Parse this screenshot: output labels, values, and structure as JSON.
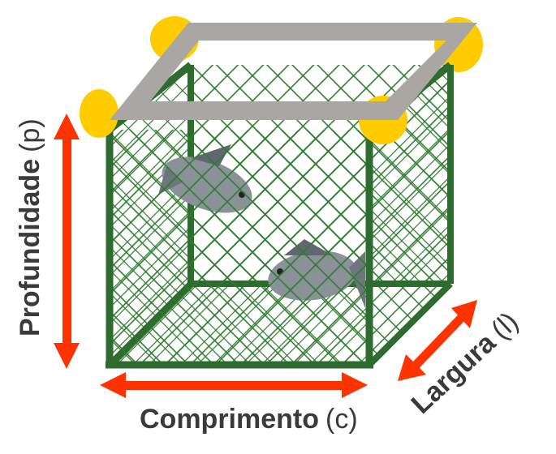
{
  "labels": {
    "depth": {
      "name": "Profundidade",
      "symbol": "(p)"
    },
    "length": {
      "name": "Comprimento",
      "symbol": "(c)"
    },
    "width": {
      "name": "Largura",
      "symbol": "(l)"
    }
  },
  "colors": {
    "frame": "#2e6b2e",
    "net": "#2f7a2f",
    "top_frame": "#aaa6a3",
    "float": "#ffcc00",
    "arrow": "#ff3300",
    "text": "#3a3a3a"
  }
}
